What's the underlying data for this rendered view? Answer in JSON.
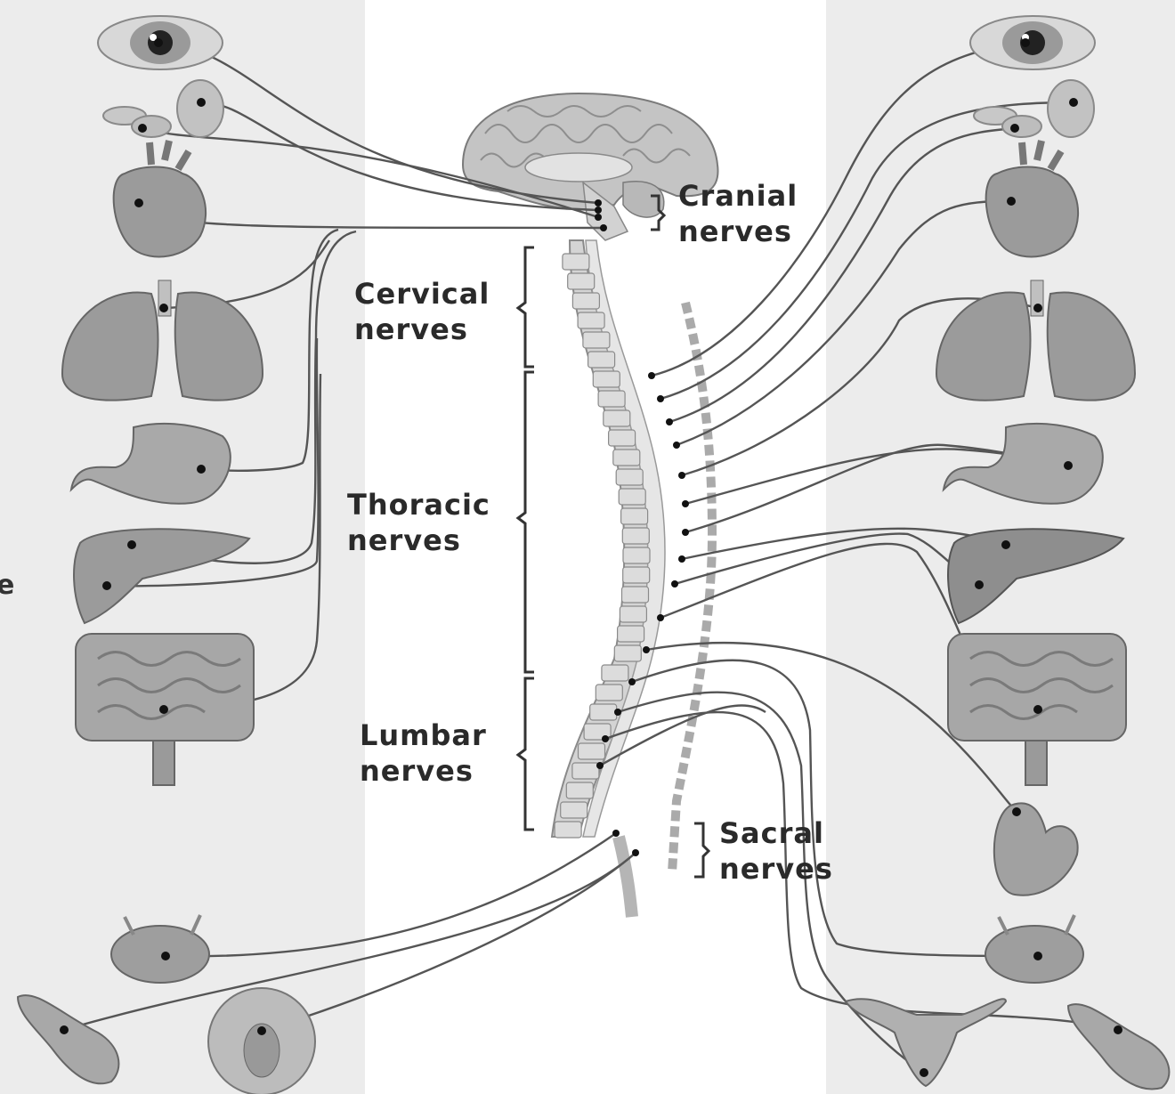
{
  "labels": {
    "cranial": [
      "Cranial",
      "nerves"
    ],
    "cervical": [
      "Cervical",
      "nerves"
    ],
    "thoracic": [
      "Thoracic",
      "nerves"
    ],
    "lumbar": [
      "Lumbar",
      "nerves"
    ],
    "sacral": [
      "Sacral",
      "nerves"
    ]
  },
  "edge_fragment": "e",
  "colors": {
    "panel": "#ececec",
    "organ_fill": "#9b9b9b",
    "organ_light": "#c6c6c6",
    "nerve_line": "#555555",
    "spine_fill": "#d4d4d4",
    "brain_fill": "#c4c4c4",
    "text": "#2a2a2a"
  }
}
